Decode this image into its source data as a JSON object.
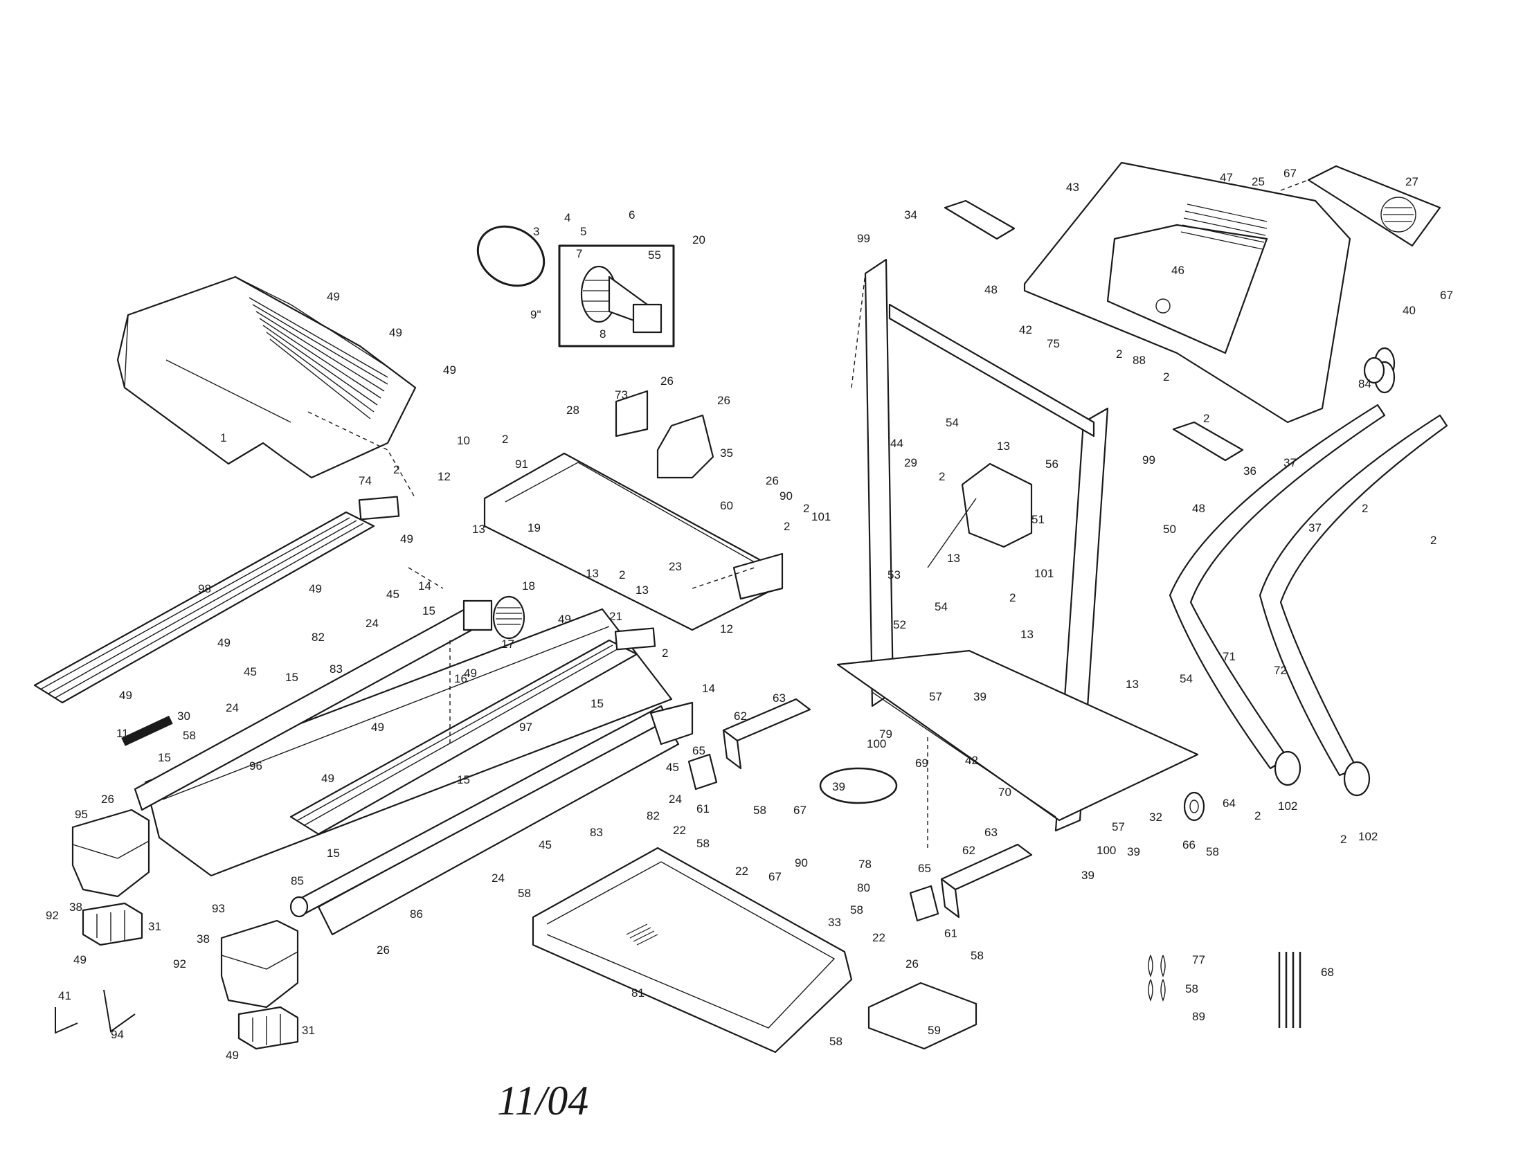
{
  "footer_date": "11/04",
  "callouts": [
    {
      "id": "c1",
      "text": "1"
    },
    {
      "id": "c2a",
      "text": "2"
    },
    {
      "id": "c2b",
      "text": "2"
    },
    {
      "id": "c2c",
      "text": "2"
    },
    {
      "id": "c2d",
      "text": "2"
    },
    {
      "id": "c2e",
      "text": "2"
    },
    {
      "id": "c2f",
      "text": "2"
    },
    {
      "id": "c2g",
      "text": "2"
    },
    {
      "id": "c2h",
      "text": "2"
    },
    {
      "id": "c2i",
      "text": "2"
    },
    {
      "id": "c2j",
      "text": "2"
    },
    {
      "id": "c2k",
      "text": "2"
    },
    {
      "id": "c2l",
      "text": "2"
    },
    {
      "id": "c2m",
      "text": "2"
    },
    {
      "id": "c2n",
      "text": "2"
    },
    {
      "id": "c2o",
      "text": "2"
    },
    {
      "id": "c3",
      "text": "3"
    },
    {
      "id": "c4",
      "text": "4"
    },
    {
      "id": "c5",
      "text": "5"
    },
    {
      "id": "c6",
      "text": "6"
    },
    {
      "id": "c7",
      "text": "7"
    },
    {
      "id": "c8",
      "text": "8"
    },
    {
      "id": "c9",
      "text": "9\""
    },
    {
      "id": "c10",
      "text": "10"
    },
    {
      "id": "c11",
      "text": "11"
    },
    {
      "id": "c12a",
      "text": "12"
    },
    {
      "id": "c12b",
      "text": "12"
    },
    {
      "id": "c13a",
      "text": "13"
    },
    {
      "id": "c13b",
      "text": "13"
    },
    {
      "id": "c13c",
      "text": "13"
    },
    {
      "id": "c13d",
      "text": "13"
    },
    {
      "id": "c13e",
      "text": "13"
    },
    {
      "id": "c13f",
      "text": "13"
    },
    {
      "id": "c13g",
      "text": "13"
    },
    {
      "id": "c14a",
      "text": "14"
    },
    {
      "id": "c14b",
      "text": "14"
    },
    {
      "id": "c15a",
      "text": "15"
    },
    {
      "id": "c15b",
      "text": "15"
    },
    {
      "id": "c15c",
      "text": "15"
    },
    {
      "id": "c15d",
      "text": "15"
    },
    {
      "id": "c15e",
      "text": "15"
    },
    {
      "id": "c15f",
      "text": "15"
    },
    {
      "id": "c16",
      "text": "16"
    },
    {
      "id": "c17",
      "text": "17"
    },
    {
      "id": "c18",
      "text": "18"
    },
    {
      "id": "c19",
      "text": "19"
    },
    {
      "id": "c20",
      "text": "20"
    },
    {
      "id": "c21",
      "text": "21"
    },
    {
      "id": "c22a",
      "text": "22"
    },
    {
      "id": "c22b",
      "text": "22"
    },
    {
      "id": "c22c",
      "text": "22"
    },
    {
      "id": "c23",
      "text": "23"
    },
    {
      "id": "c24a",
      "text": "24"
    },
    {
      "id": "c24b",
      "text": "24"
    },
    {
      "id": "c24c",
      "text": "24"
    },
    {
      "id": "c24d",
      "text": "24"
    },
    {
      "id": "c25",
      "text": "25"
    },
    {
      "id": "c26a",
      "text": "26"
    },
    {
      "id": "c26b",
      "text": "26"
    },
    {
      "id": "c26c",
      "text": "26"
    },
    {
      "id": "c26d",
      "text": "26"
    },
    {
      "id": "c26e",
      "text": "26"
    },
    {
      "id": "c26f",
      "text": "26"
    },
    {
      "id": "c27",
      "text": "27"
    },
    {
      "id": "c28",
      "text": "28"
    },
    {
      "id": "c29",
      "text": "29"
    },
    {
      "id": "c30",
      "text": "30"
    },
    {
      "id": "c31a",
      "text": "31"
    },
    {
      "id": "c31b",
      "text": "31"
    },
    {
      "id": "c32",
      "text": "32"
    },
    {
      "id": "c33",
      "text": "33"
    },
    {
      "id": "c34",
      "text": "34"
    },
    {
      "id": "c35",
      "text": "35"
    },
    {
      "id": "c36",
      "text": "36"
    },
    {
      "id": "c37a",
      "text": "37"
    },
    {
      "id": "c37b",
      "text": "37"
    },
    {
      "id": "c38a",
      "text": "38"
    },
    {
      "id": "c38b",
      "text": "38"
    },
    {
      "id": "c39a",
      "text": "39"
    },
    {
      "id": "c39b",
      "text": "39"
    },
    {
      "id": "c39c",
      "text": "39"
    },
    {
      "id": "c39d",
      "text": "39"
    },
    {
      "id": "c40",
      "text": "40"
    },
    {
      "id": "c41",
      "text": "41"
    },
    {
      "id": "c42a",
      "text": "42"
    },
    {
      "id": "c42b",
      "text": "42"
    },
    {
      "id": "c43",
      "text": "43"
    },
    {
      "id": "c44",
      "text": "44"
    },
    {
      "id": "c45a",
      "text": "45"
    },
    {
      "id": "c45b",
      "text": "45"
    },
    {
      "id": "c45c",
      "text": "45"
    },
    {
      "id": "c45d",
      "text": "45"
    },
    {
      "id": "c46",
      "text": "46"
    },
    {
      "id": "c47",
      "text": "47"
    },
    {
      "id": "c48a",
      "text": "48"
    },
    {
      "id": "c48b",
      "text": "48"
    },
    {
      "id": "c49a",
      "text": "49"
    },
    {
      "id": "c49b",
      "text": "49"
    },
    {
      "id": "c49c",
      "text": "49"
    },
    {
      "id": "c49d",
      "text": "49"
    },
    {
      "id": "c49e",
      "text": "49"
    },
    {
      "id": "c49f",
      "text": "49"
    },
    {
      "id": "c49g",
      "text": "49"
    },
    {
      "id": "c49h",
      "text": "49"
    },
    {
      "id": "c49i",
      "text": "49"
    },
    {
      "id": "c49j",
      "text": "49"
    },
    {
      "id": "c49k",
      "text": "49"
    },
    {
      "id": "c49l",
      "text": "49"
    },
    {
      "id": "c49m",
      "text": "49"
    },
    {
      "id": "c50",
      "text": "50"
    },
    {
      "id": "c51",
      "text": "51"
    },
    {
      "id": "c52",
      "text": "52"
    },
    {
      "id": "c53",
      "text": "53"
    },
    {
      "id": "c54a",
      "text": "54"
    },
    {
      "id": "c54b",
      "text": "54"
    },
    {
      "id": "c54c",
      "text": "54"
    },
    {
      "id": "c55",
      "text": "55"
    },
    {
      "id": "c56",
      "text": "56"
    },
    {
      "id": "c57a",
      "text": "57"
    },
    {
      "id": "c57b",
      "text": "57"
    },
    {
      "id": "c58a",
      "text": "58"
    },
    {
      "id": "c58b",
      "text": "58"
    },
    {
      "id": "c58c",
      "text": "58"
    },
    {
      "id": "c58d",
      "text": "58"
    },
    {
      "id": "c58e",
      "text": "58"
    },
    {
      "id": "c58f",
      "text": "58"
    },
    {
      "id": "c58g",
      "text": "58"
    },
    {
      "id": "c58h",
      "text": "58"
    },
    {
      "id": "c58i",
      "text": "58"
    },
    {
      "id": "c59",
      "text": "59"
    },
    {
      "id": "c60",
      "text": "60"
    },
    {
      "id": "c61a",
      "text": "61"
    },
    {
      "id": "c61b",
      "text": "61"
    },
    {
      "id": "c62a",
      "text": "62"
    },
    {
      "id": "c62b",
      "text": "62"
    },
    {
      "id": "c63a",
      "text": "63"
    },
    {
      "id": "c63b",
      "text": "63"
    },
    {
      "id": "c64",
      "text": "64"
    },
    {
      "id": "c65a",
      "text": "65"
    },
    {
      "id": "c65b",
      "text": "65"
    },
    {
      "id": "c66",
      "text": "66"
    },
    {
      "id": "c67a",
      "text": "67"
    },
    {
      "id": "c67b",
      "text": "67"
    },
    {
      "id": "c67c",
      "text": "67"
    },
    {
      "id": "c67d",
      "text": "67"
    },
    {
      "id": "c68",
      "text": "68"
    },
    {
      "id": "c69",
      "text": "69"
    },
    {
      "id": "c70",
      "text": "70"
    },
    {
      "id": "c71",
      "text": "71"
    },
    {
      "id": "c72",
      "text": "72"
    },
    {
      "id": "c73",
      "text": "73"
    },
    {
      "id": "c74",
      "text": "74"
    },
    {
      "id": "c75",
      "text": "75"
    },
    {
      "id": "c77",
      "text": "77"
    },
    {
      "id": "c78",
      "text": "78"
    },
    {
      "id": "c79",
      "text": "79"
    },
    {
      "id": "c80",
      "text": "80"
    },
    {
      "id": "c81",
      "text": "81"
    },
    {
      "id": "c82a",
      "text": "82"
    },
    {
      "id": "c82b",
      "text": "82"
    },
    {
      "id": "c83a",
      "text": "83"
    },
    {
      "id": "c83b",
      "text": "83"
    },
    {
      "id": "c84",
      "text": "84"
    },
    {
      "id": "c85",
      "text": "85"
    },
    {
      "id": "c86",
      "text": "86"
    },
    {
      "id": "c88",
      "text": "88"
    },
    {
      "id": "c89",
      "text": "89"
    },
    {
      "id": "c90a",
      "text": "90"
    },
    {
      "id": "c90b",
      "text": "90"
    },
    {
      "id": "c91",
      "text": "91"
    },
    {
      "id": "c92a",
      "text": "92"
    },
    {
      "id": "c92b",
      "text": "92"
    },
    {
      "id": "c93",
      "text": "93"
    },
    {
      "id": "c94",
      "text": "94"
    },
    {
      "id": "c95",
      "text": "95"
    },
    {
      "id": "c96",
      "text": "96"
    },
    {
      "id": "c97",
      "text": "97"
    },
    {
      "id": "c98",
      "text": "98"
    },
    {
      "id": "c99a",
      "text": "99"
    },
    {
      "id": "c99b",
      "text": "99"
    },
    {
      "id": "c100a",
      "text": "100"
    },
    {
      "id": "c100b",
      "text": "100"
    },
    {
      "id": "c101a",
      "text": "101"
    },
    {
      "id": "c101b",
      "text": "101"
    },
    {
      "id": "c102a",
      "text": "102"
    },
    {
      "id": "c102b",
      "text": "102"
    }
  ]
}
